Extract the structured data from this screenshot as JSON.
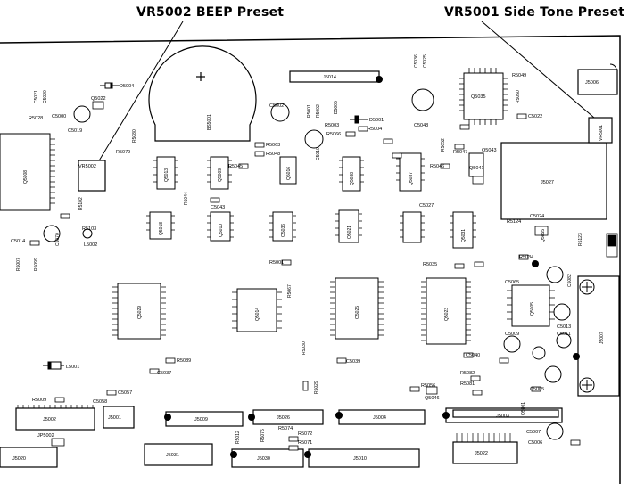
{
  "callouts": {
    "beep": "VR5002 BEEP Preset",
    "sidetone": "VR5001 Side Tone Preset"
  },
  "labels": {
    "J5006": "J5006",
    "J5014": "J5014",
    "J5027": "J5027",
    "J5007": "J5007",
    "J5002": "J5002",
    "J5001": "J5001",
    "J5009": "J5009",
    "J5026": "J5026",
    "J5004": "J5004",
    "J5003": "J5003",
    "J5020": "J5020",
    "J5031": "J5031",
    "J5030": "J5030",
    "J5010": "J5010",
    "J5022": "J5022",
    "Q5009": "Q5009",
    "Q5008": "Q5008",
    "Q5035": "Q5035",
    "Q5025": "Q5025",
    "Q5023": "Q5023",
    "Q5014": "Q5014",
    "Q5005": "Q5005",
    "Q5013": "Q5013",
    "Q5010": "Q5010",
    "Q5036": "Q5036",
    "Q5021": "Q5021",
    "Q5018": "Q5018",
    "Q5016": "Q5016",
    "Q5037": "Q5037",
    "Q5031": "Q5031",
    "Q5038": "Q5038",
    "Q5029": "Q5029",
    "Q5022": "Q5022",
    "Q5041": "Q5041",
    "Q5043": "Q5043",
    "Q5046": "Q5046",
    "Q5055": "Q5055",
    "Q5001": "Q5001",
    "VR5002": "VR5002",
    "VR5001": "VR5001",
    "BS5001": "BS5001",
    "C5019": "C5019",
    "C5002": "C5002",
    "C5010": "C5010",
    "C5043": "C5043",
    "C5037": "C5037",
    "C5039": "C5039",
    "C5040": "C5040",
    "C5009": "C5009",
    "C5011": "C5011",
    "C5013": "C5013",
    "C5005": "C5005",
    "C5006": "C5006",
    "C5007": "C5007",
    "C5057": "C5057",
    "C5058": "C5058",
    "C5022": "C5022",
    "C5048": "C5048",
    "C5024": "C5024",
    "C5027": "C5027",
    "C5021": "C5021",
    "C5020": "C5020",
    "C5000": "C5000",
    "C5070": "C5070",
    "C5014": "C5014",
    "C5065": "C5065",
    "C5036": "C5036",
    "C5025": "C5025",
    "C5082": "C5082",
    "R5028": "R5028",
    "R5080": "R5080",
    "R5079": "R5079",
    "R5063": "R5063",
    "R5048": "R5048",
    "R5045": "R5045",
    "R5044": "R5044",
    "R5001": "R5001",
    "R5002": "R5002",
    "R5003": "R5003",
    "R5004": "R5004",
    "R5066": "R5066",
    "R5067": "R5067",
    "R5049": "R5049",
    "R5047": "R5047",
    "R5046": "R5046",
    "R5050": "R5050",
    "R5052": "R5052",
    "R5123": "R5123",
    "R5124": "R5124",
    "R5034": "R5034",
    "R5035": "R5035",
    "R5089": "R5089",
    "R5009": "R5009",
    "R5056": "R5056",
    "R5102": "R5102",
    "R5103": "R5103",
    "R5099": "R5099",
    "R5007": "R5007",
    "R5082": "R5082",
    "R5081": "R5081",
    "R5071": "R5071",
    "R5072": "R5072",
    "R5074": "R5074",
    "R5075": "R5075",
    "R5012": "R5012",
    "R5029": "R5029",
    "R5030": "R5030",
    "D5001": "D5001",
    "D5004": "D5004",
    "D5005": "D5005",
    "L5001": "L5001",
    "L5002": "L5002",
    "JP5002": "JP5002"
  },
  "colors": {
    "ink": "#000000",
    "paper": "#ffffff"
  }
}
